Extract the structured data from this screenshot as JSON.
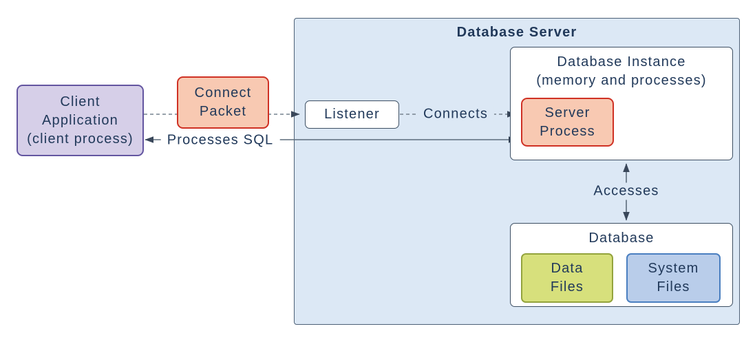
{
  "diagram": {
    "type": "architecture-diagram",
    "container": {
      "title": "Database Server"
    },
    "nodes": {
      "client_application": {
        "lines": [
          "Client",
          "Application",
          "(client process)"
        ]
      },
      "connect_packet": {
        "lines": [
          "Connect",
          "Packet"
        ]
      },
      "listener": {
        "label": "Listener"
      },
      "database_instance": {
        "title_lines": [
          "Database Instance",
          "(memory and processes)"
        ]
      },
      "server_process": {
        "lines": [
          "Server",
          "Process"
        ]
      },
      "database": {
        "title": "Database"
      },
      "data_files": {
        "lines": [
          "Data",
          "Files"
        ]
      },
      "system_files": {
        "lines": [
          "System",
          "Files"
        ]
      }
    },
    "edges": [
      {
        "id": "client-to-listener",
        "from": "client_application",
        "to": "listener",
        "via": "connect_packet",
        "style": "dashed",
        "bidirectional": false
      },
      {
        "id": "listener-to-server-process",
        "from": "listener",
        "to": "server_process",
        "style": "dashed",
        "bidirectional": false,
        "label": "Connects"
      },
      {
        "id": "server-process-to-client",
        "from": "server_process",
        "to": "client_application",
        "style": "solid",
        "bidirectional": true,
        "label": "Processes SQL"
      },
      {
        "id": "instance-to-database",
        "from": "database_instance",
        "to": "database",
        "style": "solid",
        "bidirectional": true,
        "label": "Accesses"
      }
    ],
    "colors": {
      "text": "#21395a",
      "container_fill": "#dce8f5",
      "container_border": "#4c6076",
      "white_box_fill": "#ffffff",
      "white_box_border": "#3d4f63",
      "client_fill": "#d6cfe8",
      "client_border": "#6355a0",
      "packet_fill": "#f8c9b2",
      "packet_border": "#cf3124",
      "data_files_fill": "#d7e07c",
      "data_files_border": "#93a33c",
      "system_files_fill": "#b9cdea",
      "system_files_border": "#4a7fc0",
      "connector_line": "#5d6c7c",
      "connector_dash": "#76838f",
      "arrowhead": "#39475a"
    }
  }
}
